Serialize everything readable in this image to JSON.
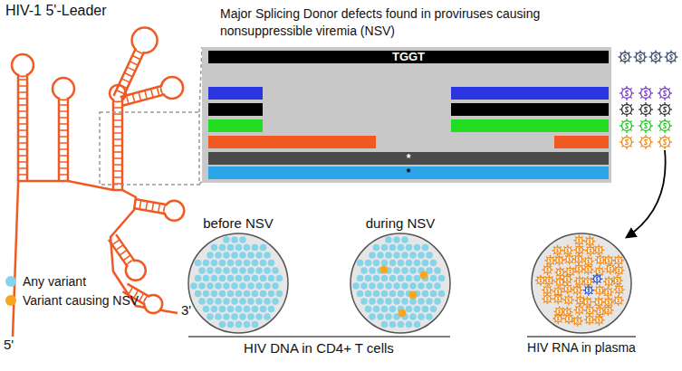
{
  "diagram": {
    "nodes": [
      {
        "text": [
          "Major Splicing Donor defects found in proviruses causing nonsuppressible viremia (NSV)"
        ]
      },
      {
        "text": [
          "TGGT"
        ],
        "in": 0
      },
      {
        "text": [
          "*"
        ],
        "in": 0
      },
      {
        "text": [
          "*"
        ],
        "in": 0
      },
      {
        "text": [
          "before NSV"
        ]
      },
      {
        "text": [
          "during NSV"
        ]
      }
    ],
    "labels": [
      "HIV-1 5'-Leader",
      "5'",
      "3'",
      "HIV DNA in CD4+ T cells",
      "HIV RNA in plasma"
    ],
    "legend": [
      {
        "text": "Any variant",
        "color": "#86d4ea"
      },
      {
        "text": "Variant causing NSV",
        "color": "#f6a623"
      }
    ]
  }
}
